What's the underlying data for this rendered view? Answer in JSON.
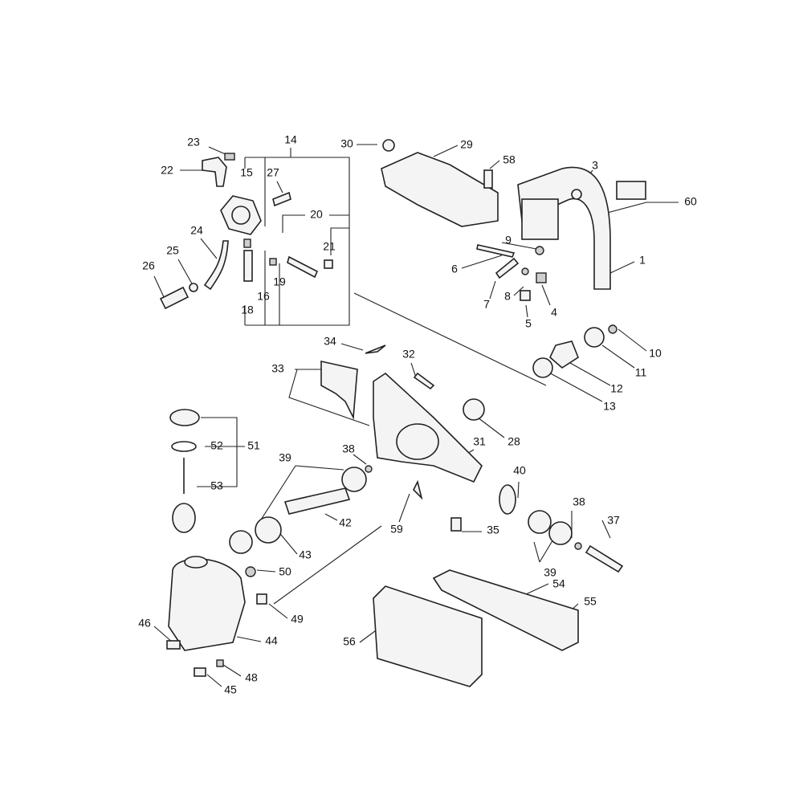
{
  "diagram": {
    "title": "Exploded parts diagram",
    "labels": [
      "23",
      "14",
      "22",
      "15",
      "27",
      "20",
      "24",
      "25",
      "21",
      "26",
      "19",
      "16",
      "18",
      "30",
      "29",
      "58",
      "3",
      "60",
      "9",
      "1",
      "6",
      "7",
      "8",
      "4",
      "5",
      "34",
      "32",
      "10",
      "11",
      "33",
      "12",
      "13",
      "28",
      "31",
      "52",
      "51",
      "38",
      "39",
      "53",
      "40",
      "38",
      "37",
      "42",
      "59",
      "35",
      "43",
      "39",
      "50",
      "54",
      "55",
      "49",
      "46",
      "44",
      "56",
      "48",
      "45"
    ]
  }
}
